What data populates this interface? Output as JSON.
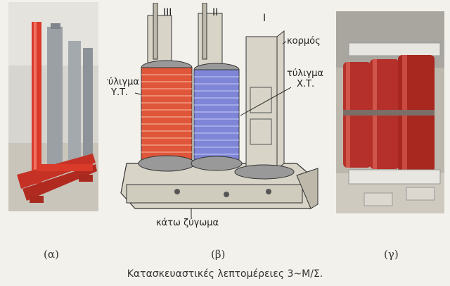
{
  "panel_a": {
    "caption": "(α)"
  },
  "panel_b": {
    "caption": "(β)",
    "leg_numbers": [
      "III",
      "II",
      "I"
    ],
    "labels": {
      "core": "κορμός",
      "hv_winding_line1": "τύλιγμα",
      "hv_winding_line2": "Υ.Τ.",
      "lv_winding_line1": "τύλιγμα",
      "lv_winding_line2": "Χ.Τ.",
      "bottom_yoke": "κάτω ζύγωμα"
    }
  },
  "panel_c": {
    "caption": "(γ)"
  },
  "figure_caption": "Κατασκευαστικές λεπτομέρειες 3~Μ/Σ.",
  "colors": {
    "hv_winding": "#e0563a",
    "lv_winding": "#7f86d8",
    "core": "#d8d4c8",
    "frame_red": "#d93a2a",
    "transformer_red": "#b5302a"
  }
}
